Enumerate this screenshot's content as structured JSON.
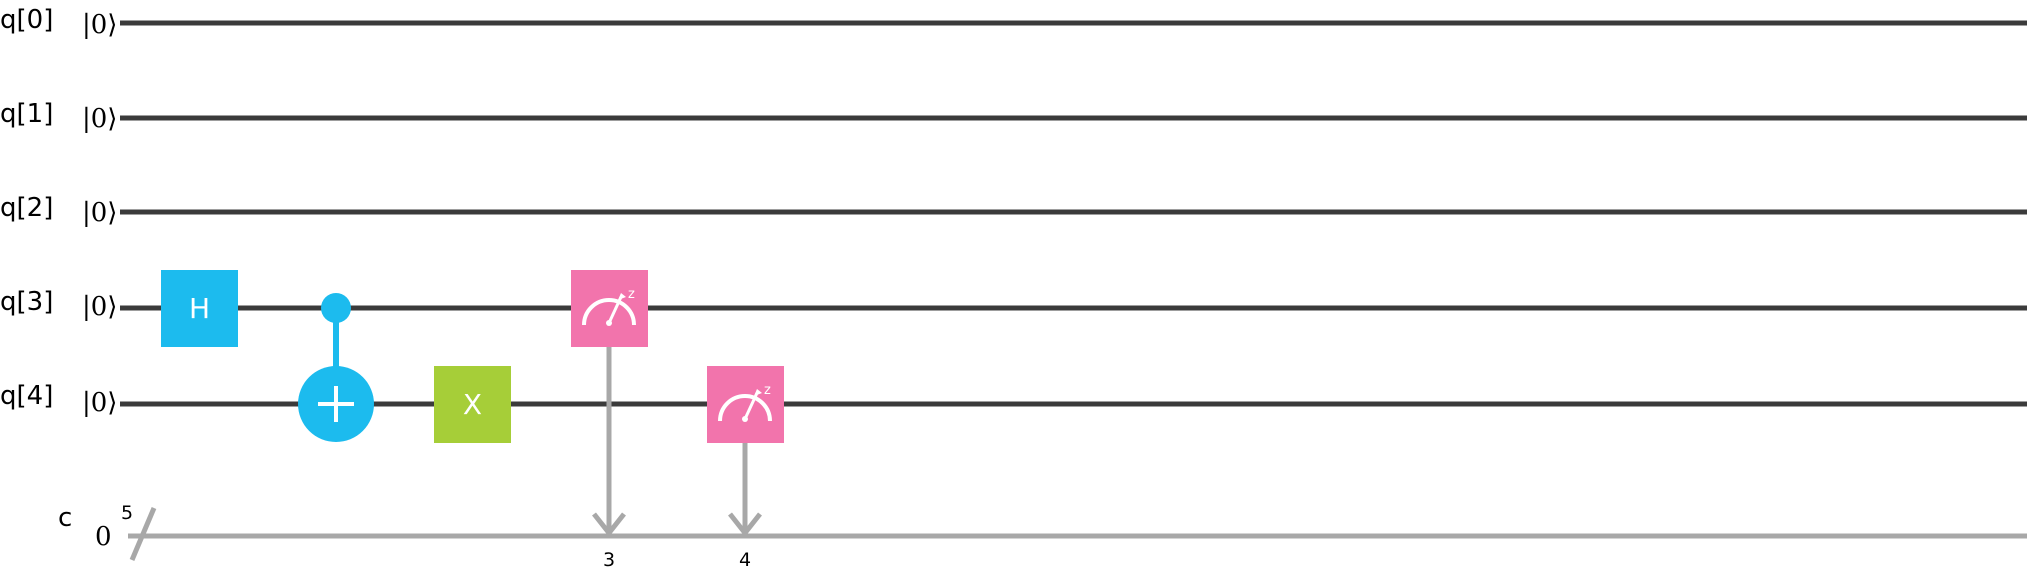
{
  "colors": {
    "wire": "#3b3b3b",
    "classical": "#a8a8a8",
    "h_gate": "#1cbbee",
    "cx_gate": "#1cbbee",
    "x_gate": "#a6ce38",
    "measure": "#f274ac",
    "gate_text": "#ffffff"
  },
  "qubits": [
    {
      "label": "q[0]",
      "init": "|0⟩"
    },
    {
      "label": "q[1]",
      "init": "|0⟩"
    },
    {
      "label": "q[2]",
      "init": "|0⟩"
    },
    {
      "label": "q[3]",
      "init": "|0⟩"
    },
    {
      "label": "q[4]",
      "init": "|0⟩"
    }
  ],
  "classical": {
    "label": "c",
    "width": "5",
    "init": "0"
  },
  "gates": [
    {
      "type": "h",
      "qubit": 3,
      "label": "H",
      "icon": "h-gate-box"
    },
    {
      "type": "cx",
      "control": 3,
      "target": 4,
      "icon": "cnot-target-plus-icon"
    },
    {
      "type": "x",
      "qubit": 4,
      "label": "X",
      "icon": "x-gate-box"
    },
    {
      "type": "measure",
      "qubit": 3,
      "bit": "3",
      "basis": "z",
      "icon": "meter-icon"
    },
    {
      "type": "measure",
      "qubit": 4,
      "bit": "4",
      "basis": "z",
      "icon": "meter-icon"
    }
  ]
}
